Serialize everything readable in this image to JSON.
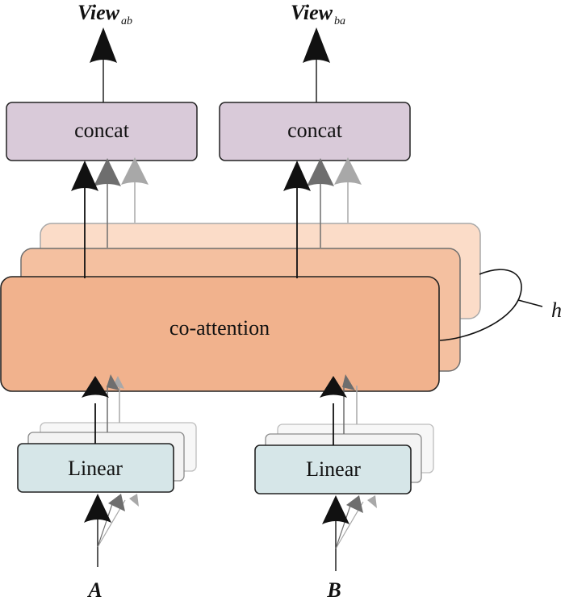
{
  "diagram": {
    "outputs": [
      {
        "main": "View",
        "sub": "ab"
      },
      {
        "main": "View",
        "sub": "ba"
      }
    ],
    "concat_label": "concat",
    "coattention_label": "co-attention",
    "heads_label": "h",
    "linear_label": "Linear",
    "inputs": [
      "A",
      "B"
    ],
    "colors": {
      "concat_fill": "#d9cad9",
      "coattention_front": "#f1b28d",
      "coattention_middle": "#f4c0a0",
      "coattention_back": "#fbdcc8",
      "linear_fill": "#d6e6e8",
      "linear_back": "#f7f7f7",
      "arrow_dark": "#111111",
      "arrow_mid": "#6e6e6e",
      "arrow_light": "#a8a8a8"
    }
  }
}
